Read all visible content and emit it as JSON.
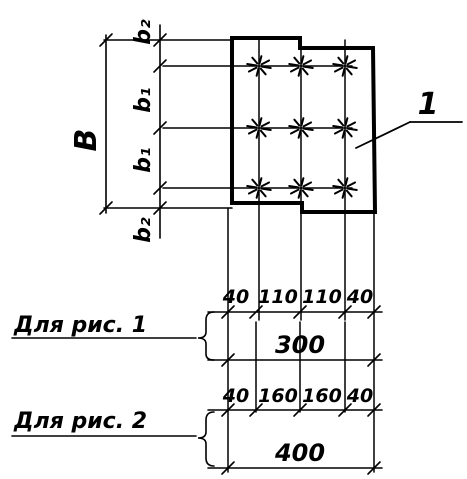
{
  "callout": "1",
  "side_dimensions": {
    "overall": "B",
    "edge_top": "b₂",
    "pitch_upper": "b₁",
    "pitch_lower": "b₁",
    "edge_bottom": "b₂"
  },
  "figure_1": {
    "label": "Для рис. 1",
    "segments": [
      "40",
      "110",
      "110",
      "40"
    ],
    "total": "300"
  },
  "figure_2": {
    "label": "Для рис. 2",
    "segments": [
      "40",
      "160",
      "160",
      "40"
    ],
    "total": "400"
  },
  "bolt_grid": {
    "rows": 3,
    "columns": 3
  }
}
